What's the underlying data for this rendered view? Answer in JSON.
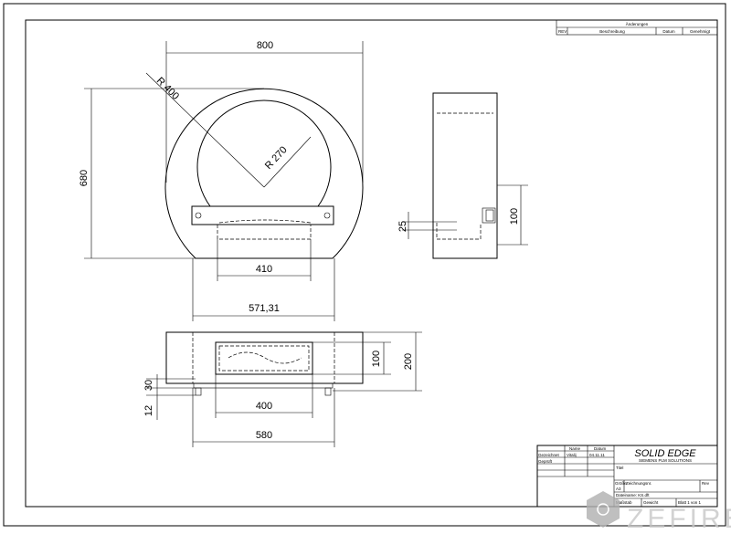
{
  "revision_table": {
    "title": "Änderungen",
    "headers": [
      "REV",
      "Beschreibung",
      "Datum",
      "Genehmigt"
    ]
  },
  "dimensions": {
    "width_800": "800",
    "radius_outer": "R 400",
    "radius_inner": "R 270",
    "height_680": "680",
    "inner_410": "410",
    "base_571": "571,31",
    "side_25": "25",
    "side_100": "100",
    "top_100": "100",
    "top_200": "200",
    "top_30": "30",
    "top_12": "12",
    "top_400": "400",
    "top_580": "580"
  },
  "title_block": {
    "col_name": "Name",
    "col_date": "Datum",
    "drawn_label": "Gezeichnet",
    "drawn_name": "Vitalij",
    "drawn_date": "04.11.11",
    "checked_label": "Geprüft",
    "logo": "SOLID EDGE",
    "logo_sub": "SIEMENS PLM SOLUTIONS",
    "title_label": "Titel",
    "size_label": "Größe",
    "size_value": "A3",
    "drawing_no_label": "Zeichnungsnr.",
    "rev_label": "Rev",
    "filename": "Dateiname: KS.dft",
    "scale_label": "Maßstab",
    "weight_label": "Gewicht",
    "sheet": "Blatt 1 von 1"
  },
  "watermark": "ZEFIRE"
}
